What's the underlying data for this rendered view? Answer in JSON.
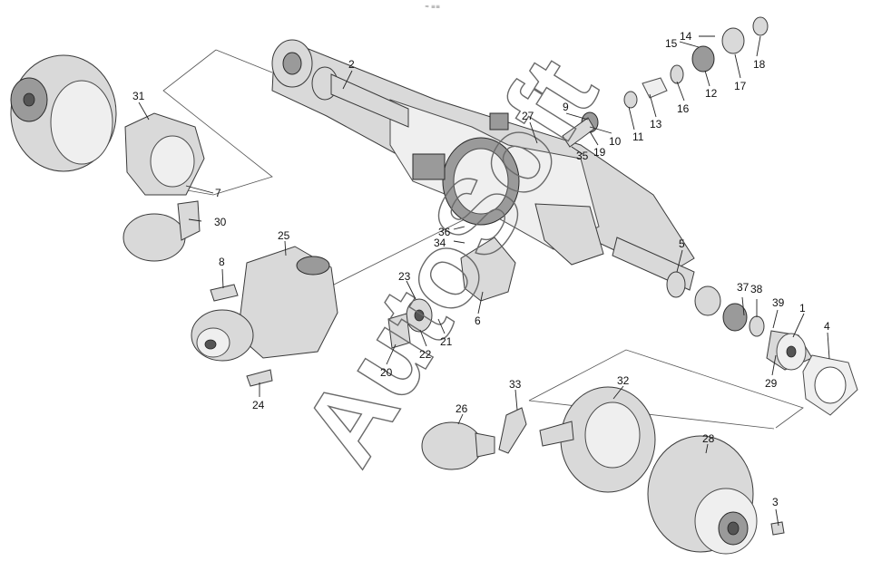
{
  "watermark": "AutoSoft",
  "top_mark": "≈ ≡≡",
  "callouts": [
    "1",
    "2",
    "3",
    "4",
    "5",
    "6",
    "7",
    "8",
    "9",
    "10",
    "11",
    "12",
    "13",
    "14",
    "15",
    "16",
    "17",
    "18",
    "19",
    "20",
    "21",
    "22",
    "23",
    "24",
    "25",
    "26",
    "27",
    "28",
    "29",
    "30",
    "31",
    "32",
    "33",
    "34",
    "35",
    "36",
    "37",
    "38",
    "39"
  ]
}
